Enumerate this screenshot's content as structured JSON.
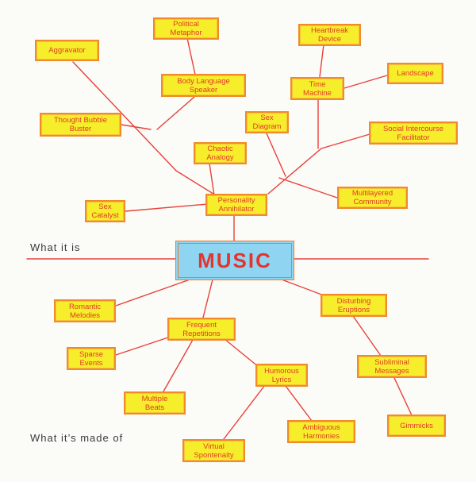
{
  "center": "MUSIC",
  "labels": {
    "what_it_is": "What it is",
    "made_of": "What it’s made of"
  },
  "nodes": {
    "political_metaphor": "Political\nMetaphor",
    "heartbreak_device": "Heartbreak\nDevice",
    "aggravator": "Aggravator",
    "landscape": "Landscape",
    "body_language_speaker": "Body Language\nSpeaker",
    "time_machine": "Time\nMachine",
    "thought_bubble_buster": "Thought Bubble\nBuster",
    "sex_diagram": "Sex\nDiagram",
    "social_intercourse_facilitator": "Social Intercourse\nFacilitator",
    "chaotic_analogy": "Chaotic\nAnalogy",
    "multilayered_community": "Multilayered\nCommunity",
    "personality_annihilator": "Personality\nAnnihilator",
    "sex_catalyst": "Sex\nCatalyst",
    "romantic_melodies": "Romantic\nMelodies",
    "disturbing_eruptions": "Disturbing\nEruptions",
    "frequent_repetitions": "Frequent\nRepetitions",
    "sparse_events": "Sparse\nEvents",
    "subliminal_messages": "Subliminal\nMessages",
    "humorous_lyrics": "Humorous\nLyrics",
    "multiple_beats": "Multiple\nBeats",
    "gimmicks": "Gimmicks",
    "ambiguous_harmonies": "Ambiguous\nHarmonies",
    "virtual_spontaneity": "Virtual\nSpontenaity"
  },
  "colors": {
    "node_fill": "#f6ee2a",
    "node_border": "#f08a2a",
    "text": "#e23a2a",
    "line": "#e8413a",
    "center_fill": "#8fd4f0"
  }
}
